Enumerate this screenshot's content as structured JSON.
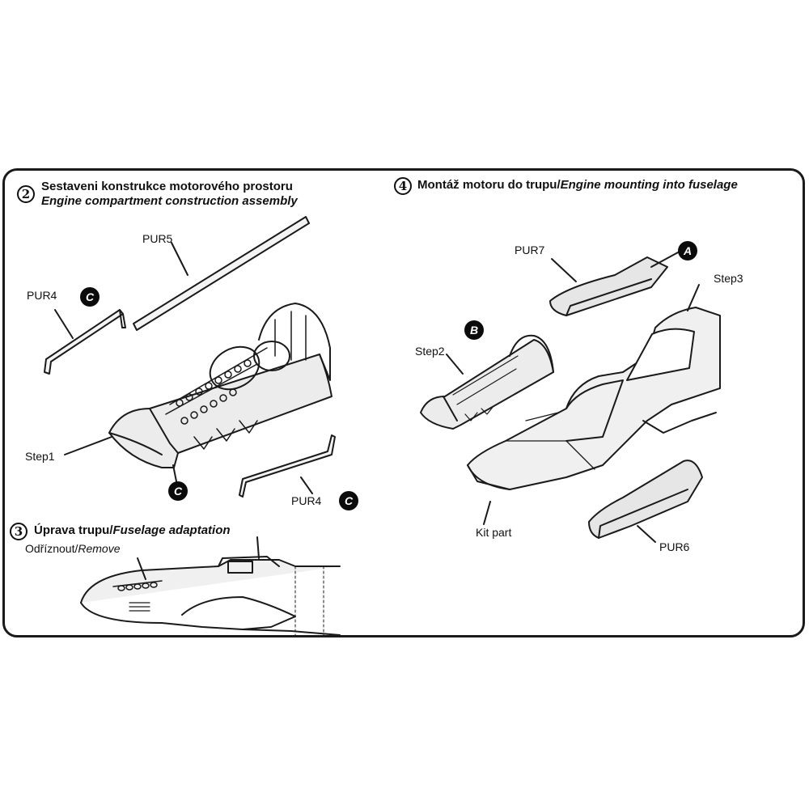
{
  "colors": {
    "line": "#1a1a1a",
    "fill_light": "#eeeeee",
    "fill_mid": "#c8c8c8",
    "badge": "#0b0b0b"
  },
  "section2": {
    "number": "2",
    "title_cz": "Sestaveni konstrukce motorového prostoru",
    "title_en": "Engine compartment construction assembly",
    "labels": {
      "pur5": "PUR5",
      "pur4_left": "PUR4",
      "pur4_bottom": "PUR4",
      "step1": "Step1"
    },
    "badges": {
      "c1": "C",
      "c2": "C",
      "c3": "C"
    }
  },
  "section3": {
    "number": "3",
    "title_cz": "Úprava trupu/",
    "title_en": "Fuselage adaptation",
    "remove_cz": "Odříznout/",
    "remove_en": "Remove"
  },
  "section4": {
    "number": "4",
    "title_cz": "Montáž motoru do trupu/",
    "title_en": "Engine mounting into fuselage",
    "labels": {
      "pur7": "PUR7",
      "step3": "Step3",
      "step2": "Step2",
      "kit_part": "Kit part",
      "pur6": "PUR6"
    },
    "badges": {
      "a": "A",
      "b": "B"
    }
  }
}
